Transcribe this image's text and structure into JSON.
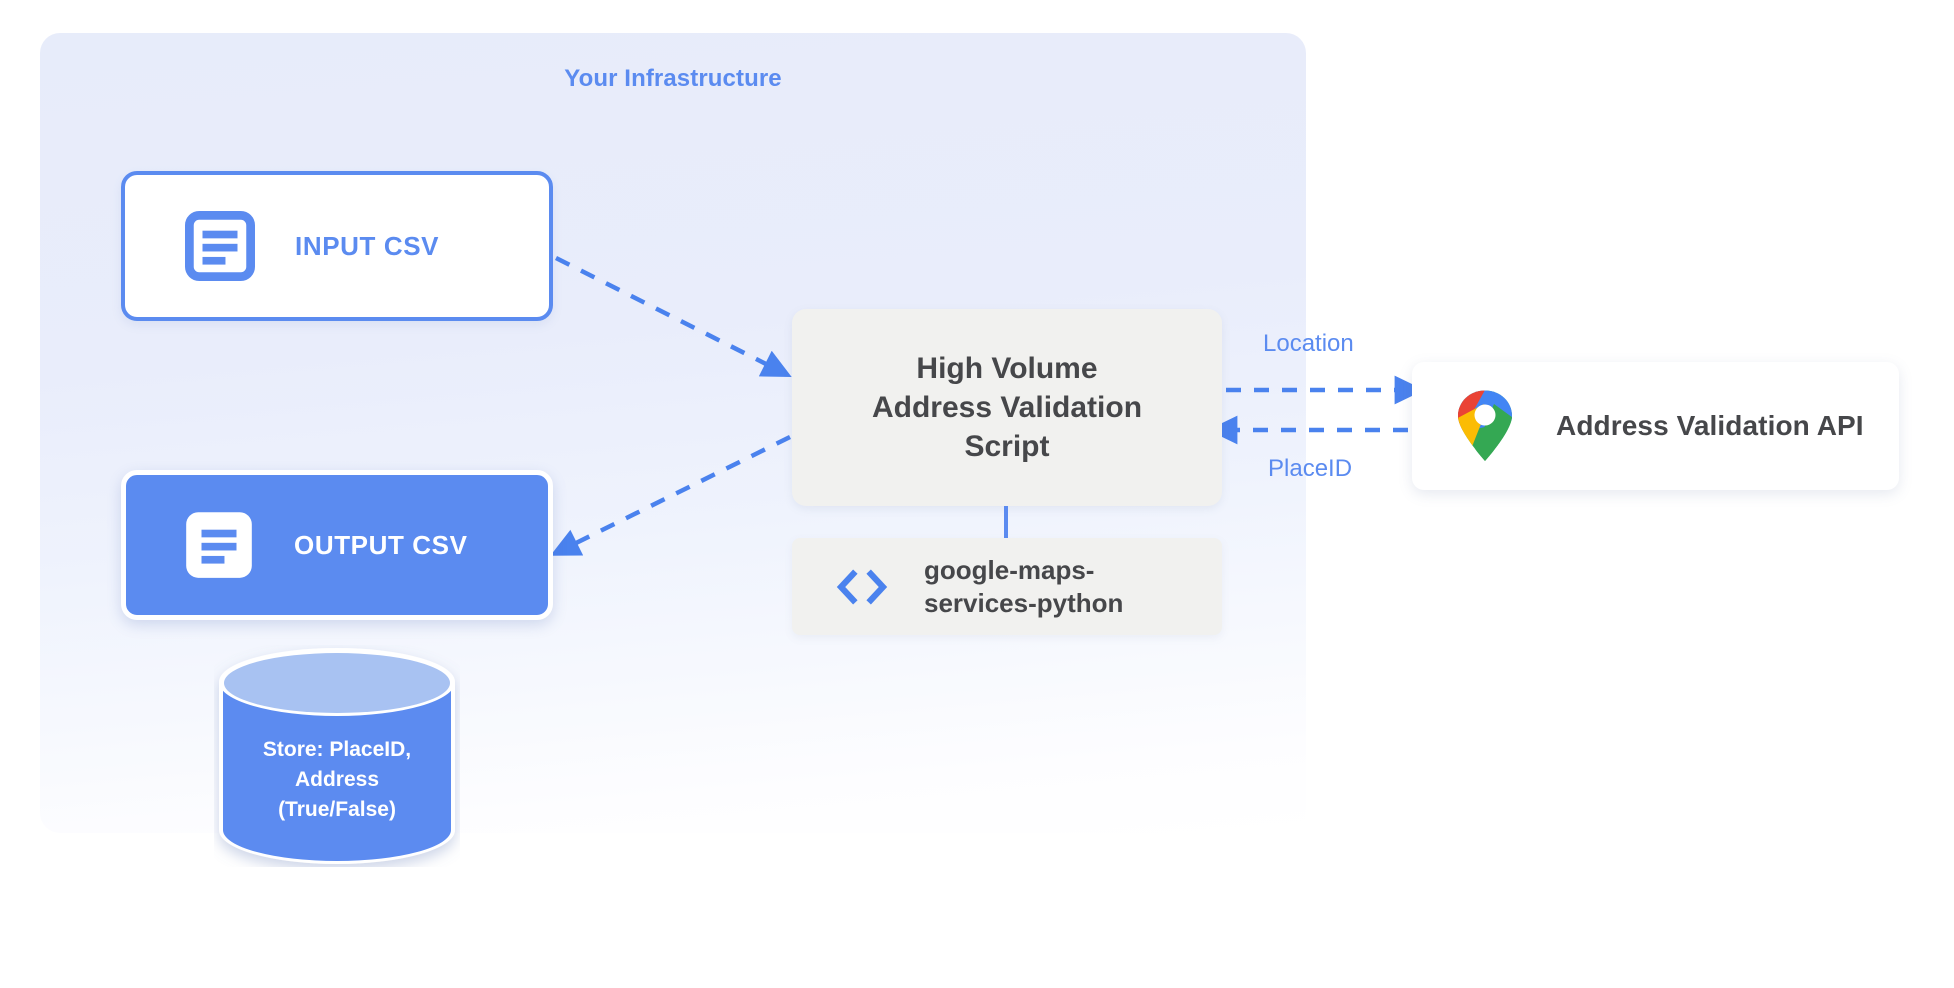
{
  "diagram": {
    "title": "High Volume Address Validation Script architecture",
    "accent_color": "#5b8bf0",
    "panel_background": "#e7ecfa",
    "box_gray": "#f1f1ef",
    "text_dark": "#46474a"
  },
  "infrastructure": {
    "title": "Your Infrastructure"
  },
  "nodes": {
    "input_csv": {
      "label": "INPUT CSV",
      "icon": "document-icon",
      "style": "outlined-white"
    },
    "output_csv": {
      "label": "OUTPUT CSV",
      "icon": "document-icon",
      "style": "filled-blue"
    },
    "script": {
      "label": "High Volume\nAddress Validation\nScript"
    },
    "library": {
      "label": "google-maps-\nservices-python",
      "icon": "code-brackets-icon"
    },
    "api": {
      "label": "Address Validation API",
      "icon": "google-maps-pin-icon"
    },
    "database": {
      "label": "Store: PlaceID,\nAddress\n(True/False)",
      "shape": "cylinder",
      "fill": "#5b8bf0",
      "top_fill": "#a8c2f2"
    }
  },
  "edges": {
    "input_to_script": {
      "from": "input_csv",
      "to": "script",
      "style": "dashed",
      "label": ""
    },
    "script_to_output": {
      "from": "script",
      "to": "output_csv",
      "style": "dashed",
      "label": ""
    },
    "script_to_api": {
      "from": "script",
      "to": "api",
      "style": "dashed",
      "label": "Location"
    },
    "api_to_script": {
      "from": "api",
      "to": "script",
      "style": "dashed",
      "label": "PlaceID"
    },
    "script_to_library": {
      "from": "script",
      "to": "library",
      "style": "solid",
      "label": ""
    }
  }
}
